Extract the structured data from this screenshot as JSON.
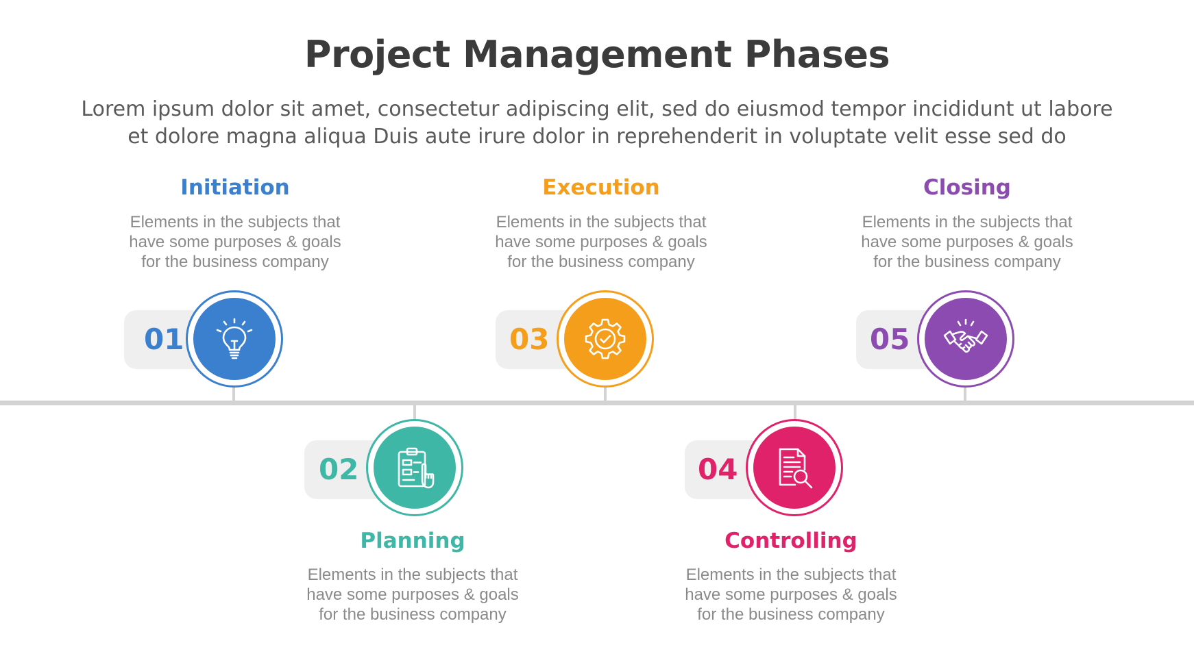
{
  "header": {
    "title": "Project Management Phases",
    "subtitle_line1": "Lorem ipsum dolor sit amet, consectetur adipiscing elit, sed do eiusmod tempor incididunt ut labore",
    "subtitle_line2": "et dolore magna aliqua Duis aute irure dolor in reprehenderit in voluptate velit esse sed do"
  },
  "phases": [
    {
      "number": "01",
      "title": "Initiation",
      "desc_line1": "Elements in the subjects that",
      "desc_line2": "have  some purposes & goals",
      "desc_line3": "for the  business company",
      "icon": "lightbulb-icon",
      "color": "#3b7fcf"
    },
    {
      "number": "02",
      "title": "Planning",
      "desc_line1": "Elements in the subjects that",
      "desc_line2": "have  some purposes & goals",
      "desc_line3": "for the  business company",
      "icon": "clipboard-icon",
      "color": "#3fb7a6"
    },
    {
      "number": "03",
      "title": "Execution",
      "desc_line1": "Elements in the subjects that",
      "desc_line2": "have  some purposes & goals",
      "desc_line3": "for the  business company",
      "icon": "gear-icon",
      "color": "#f59e1b"
    },
    {
      "number": "04",
      "title": "Controlling",
      "desc_line1": "Elements in the subjects that",
      "desc_line2": "have  some purposes & goals",
      "desc_line3": "for the  business company",
      "icon": "document-search-icon",
      "color": "#e0226a"
    },
    {
      "number": "05",
      "title": "Closing",
      "desc_line1": "Elements in the subjects that",
      "desc_line2": "have  some purposes & goals",
      "desc_line3": "for the  business company",
      "icon": "handshake-icon",
      "color": "#8c4bb0"
    }
  ]
}
